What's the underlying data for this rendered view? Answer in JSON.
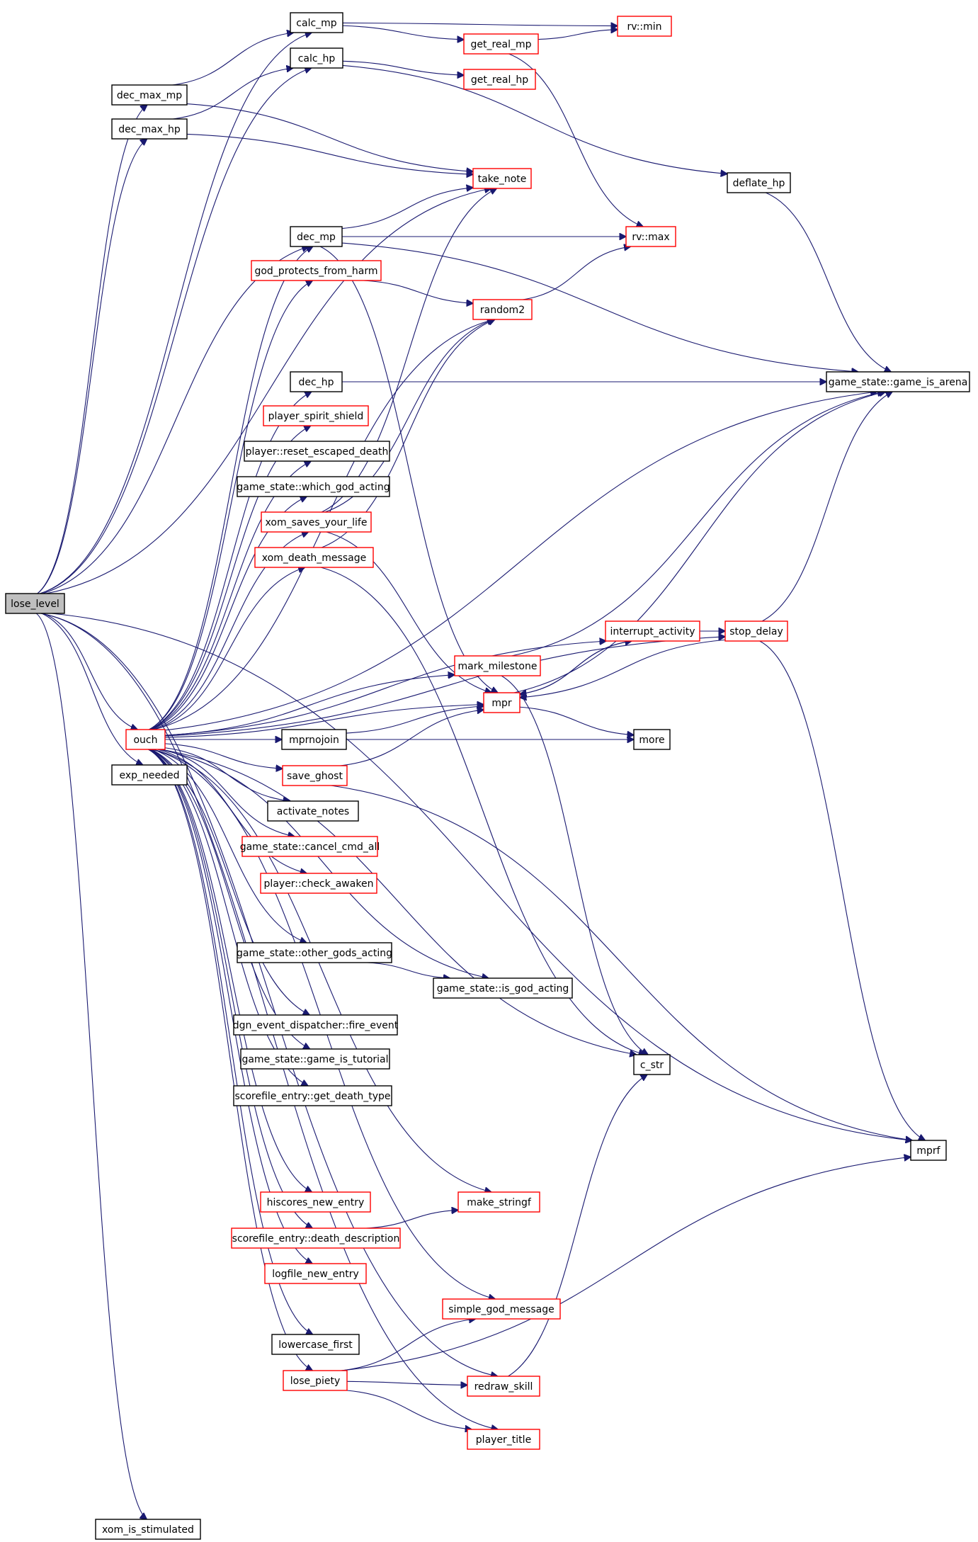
{
  "colors": {
    "edge": "#191970",
    "black_border": "#000000",
    "red_border": "#ff0000",
    "highlight_fill": "#bfbfbf",
    "background": "#ffffff"
  },
  "nodes": [
    {
      "id": "lose_level",
      "label": "lose_level",
      "style": "highlight"
    },
    {
      "id": "calc_mp",
      "label": "calc_mp",
      "style": "black"
    },
    {
      "id": "calc_hp",
      "label": "calc_hp",
      "style": "black"
    },
    {
      "id": "dec_max_mp",
      "label": "dec_max_mp",
      "style": "black"
    },
    {
      "id": "dec_max_hp",
      "label": "dec_max_hp",
      "style": "black"
    },
    {
      "id": "get_real_mp",
      "label": "get_real_mp",
      "style": "red"
    },
    {
      "id": "rv_min",
      "label": "rv::min",
      "style": "red"
    },
    {
      "id": "get_real_hp",
      "label": "get_real_hp",
      "style": "red"
    },
    {
      "id": "take_note",
      "label": "take_note",
      "style": "red"
    },
    {
      "id": "deflate_hp",
      "label": "deflate_hp",
      "style": "black"
    },
    {
      "id": "dec_mp",
      "label": "dec_mp",
      "style": "black"
    },
    {
      "id": "rv_max",
      "label": "rv::max",
      "style": "red"
    },
    {
      "id": "god_protects_from_harm",
      "label": "god_protects_from_harm",
      "style": "red"
    },
    {
      "id": "random2",
      "label": "random2",
      "style": "red"
    },
    {
      "id": "dec_hp",
      "label": "dec_hp",
      "style": "black"
    },
    {
      "id": "game_is_arena",
      "label": "game_state::game_is_arena",
      "style": "black"
    },
    {
      "id": "player_spirit_shield",
      "label": "player_spirit_shield",
      "style": "red"
    },
    {
      "id": "reset_escaped_death",
      "label": "player::reset_escaped_death",
      "style": "black"
    },
    {
      "id": "which_god_acting",
      "label": "game_state::which_god_acting",
      "style": "black"
    },
    {
      "id": "xom_saves_your_life",
      "label": "xom_saves_your_life",
      "style": "red"
    },
    {
      "id": "xom_death_message",
      "label": "xom_death_message",
      "style": "red"
    },
    {
      "id": "interrupt_activity",
      "label": "interrupt_activity",
      "style": "red"
    },
    {
      "id": "stop_delay",
      "label": "stop_delay",
      "style": "red"
    },
    {
      "id": "mark_milestone",
      "label": "mark_milestone",
      "style": "red"
    },
    {
      "id": "mpr",
      "label": "mpr",
      "style": "red"
    },
    {
      "id": "ouch",
      "label": "ouch",
      "style": "red"
    },
    {
      "id": "mprnojoin",
      "label": "mprnojoin",
      "style": "black"
    },
    {
      "id": "more",
      "label": "more",
      "style": "black"
    },
    {
      "id": "exp_needed",
      "label": "exp_needed",
      "style": "black"
    },
    {
      "id": "save_ghost",
      "label": "save_ghost",
      "style": "red"
    },
    {
      "id": "activate_notes",
      "label": "activate_notes",
      "style": "black"
    },
    {
      "id": "cancel_cmd_all",
      "label": "game_state::cancel_cmd_all",
      "style": "red"
    },
    {
      "id": "check_awaken",
      "label": "player::check_awaken",
      "style": "red"
    },
    {
      "id": "other_gods_acting",
      "label": "game_state::other_gods_acting",
      "style": "black"
    },
    {
      "id": "is_god_acting",
      "label": "game_state::is_god_acting",
      "style": "black"
    },
    {
      "id": "fire_event",
      "label": "dgn_event_dispatcher::fire_event",
      "style": "black"
    },
    {
      "id": "game_is_tutorial",
      "label": "game_state::game_is_tutorial",
      "style": "black"
    },
    {
      "id": "c_str",
      "label": "c_str",
      "style": "black"
    },
    {
      "id": "get_death_type",
      "label": "scorefile_entry::get_death_type",
      "style": "black"
    },
    {
      "id": "mprf",
      "label": "mprf",
      "style": "black"
    },
    {
      "id": "hiscores_new_entry",
      "label": "hiscores_new_entry",
      "style": "red"
    },
    {
      "id": "make_stringf",
      "label": "make_stringf",
      "style": "red"
    },
    {
      "id": "death_description",
      "label": "scorefile_entry::death_description",
      "style": "red"
    },
    {
      "id": "logfile_new_entry",
      "label": "logfile_new_entry",
      "style": "red"
    },
    {
      "id": "simple_god_message",
      "label": "simple_god_message",
      "style": "red"
    },
    {
      "id": "lowercase_first",
      "label": "lowercase_first",
      "style": "black"
    },
    {
      "id": "lose_piety",
      "label": "lose_piety",
      "style": "red"
    },
    {
      "id": "redraw_skill",
      "label": "redraw_skill",
      "style": "red"
    },
    {
      "id": "player_title",
      "label": "player_title",
      "style": "red"
    },
    {
      "id": "xom_is_stimulated",
      "label": "xom_is_stimulated",
      "style": "black"
    }
  ],
  "edges": [
    [
      "lose_level",
      "calc_mp"
    ],
    [
      "lose_level",
      "calc_hp"
    ],
    [
      "lose_level",
      "dec_max_mp"
    ],
    [
      "lose_level",
      "dec_max_hp"
    ],
    [
      "lose_level",
      "take_note"
    ],
    [
      "lose_level",
      "dec_mp"
    ],
    [
      "lose_level",
      "ouch"
    ],
    [
      "lose_level",
      "exp_needed"
    ],
    [
      "lose_level",
      "redraw_skill"
    ],
    [
      "lose_level",
      "player_title"
    ],
    [
      "lose_level",
      "mprf"
    ],
    [
      "lose_level",
      "xom_is_stimulated"
    ],
    [
      "calc_mp",
      "get_real_mp"
    ],
    [
      "calc_mp",
      "rv_min"
    ],
    [
      "calc_hp",
      "get_real_hp"
    ],
    [
      "calc_hp",
      "deflate_hp"
    ],
    [
      "dec_max_mp",
      "calc_mp"
    ],
    [
      "dec_max_mp",
      "take_note"
    ],
    [
      "dec_max_hp",
      "calc_hp"
    ],
    [
      "dec_max_hp",
      "take_note"
    ],
    [
      "get_real_mp",
      "rv_min"
    ],
    [
      "get_real_mp",
      "rv_max"
    ],
    [
      "deflate_hp",
      "game_is_arena"
    ],
    [
      "dec_mp",
      "take_note"
    ],
    [
      "dec_mp",
      "rv_max"
    ],
    [
      "dec_mp",
      "game_is_arena"
    ],
    [
      "dec_mp",
      "mpr"
    ],
    [
      "god_protects_from_harm",
      "random2"
    ],
    [
      "random2",
      "rv_max"
    ],
    [
      "dec_hp",
      "game_is_arena"
    ],
    [
      "xom_saves_your_life",
      "take_note"
    ],
    [
      "xom_saves_your_life",
      "random2"
    ],
    [
      "xom_saves_your_life",
      "mpr"
    ],
    [
      "xom_death_message",
      "random2"
    ],
    [
      "xom_death_message",
      "c_str"
    ],
    [
      "interrupt_activity",
      "stop_delay"
    ],
    [
      "interrupt_activity",
      "mpr"
    ],
    [
      "stop_delay",
      "game_is_arena"
    ],
    [
      "stop_delay",
      "mpr"
    ],
    [
      "stop_delay",
      "mprf"
    ],
    [
      "mark_milestone",
      "game_is_arena"
    ],
    [
      "mark_milestone",
      "c_str"
    ],
    [
      "mpr",
      "game_is_arena"
    ],
    [
      "mpr",
      "interrupt_activity"
    ],
    [
      "mpr",
      "more"
    ],
    [
      "mprnojoin",
      "mpr"
    ],
    [
      "save_ghost",
      "mpr"
    ],
    [
      "save_ghost",
      "mprf"
    ],
    [
      "other_gods_acting",
      "is_god_acting"
    ],
    [
      "death_description",
      "make_stringf"
    ],
    [
      "lose_piety",
      "simple_god_message"
    ],
    [
      "lose_piety",
      "redraw_skill"
    ],
    [
      "lose_piety",
      "player_title"
    ],
    [
      "lose_piety",
      "mprf"
    ],
    [
      "redraw_skill",
      "c_str"
    ],
    [
      "ouch",
      "dec_mp"
    ],
    [
      "ouch",
      "god_protects_from_harm"
    ],
    [
      "ouch",
      "random2"
    ],
    [
      "ouch",
      "game_is_arena"
    ],
    [
      "ouch",
      "dec_hp"
    ],
    [
      "ouch",
      "player_spirit_shield"
    ],
    [
      "ouch",
      "reset_escaped_death"
    ],
    [
      "ouch",
      "which_god_acting"
    ],
    [
      "ouch",
      "xom_saves_your_life"
    ],
    [
      "ouch",
      "xom_death_message"
    ],
    [
      "ouch",
      "interrupt_activity"
    ],
    [
      "ouch",
      "stop_delay"
    ],
    [
      "ouch",
      "mark_milestone"
    ],
    [
      "ouch",
      "mpr"
    ],
    [
      "ouch",
      "mprnojoin"
    ],
    [
      "ouch",
      "more"
    ],
    [
      "ouch",
      "save_ghost"
    ],
    [
      "ouch",
      "activate_notes"
    ],
    [
      "ouch",
      "cancel_cmd_all"
    ],
    [
      "ouch",
      "check_awaken"
    ],
    [
      "ouch",
      "other_gods_acting"
    ],
    [
      "ouch",
      "is_god_acting"
    ],
    [
      "ouch",
      "fire_event"
    ],
    [
      "ouch",
      "game_is_tutorial"
    ],
    [
      "ouch",
      "get_death_type"
    ],
    [
      "ouch",
      "c_str"
    ],
    [
      "ouch",
      "hiscores_new_entry"
    ],
    [
      "ouch",
      "make_stringf"
    ],
    [
      "ouch",
      "death_description"
    ],
    [
      "ouch",
      "logfile_new_entry"
    ],
    [
      "ouch",
      "simple_god_message"
    ],
    [
      "ouch",
      "lowercase_first"
    ],
    [
      "ouch",
      "lose_piety"
    ]
  ]
}
